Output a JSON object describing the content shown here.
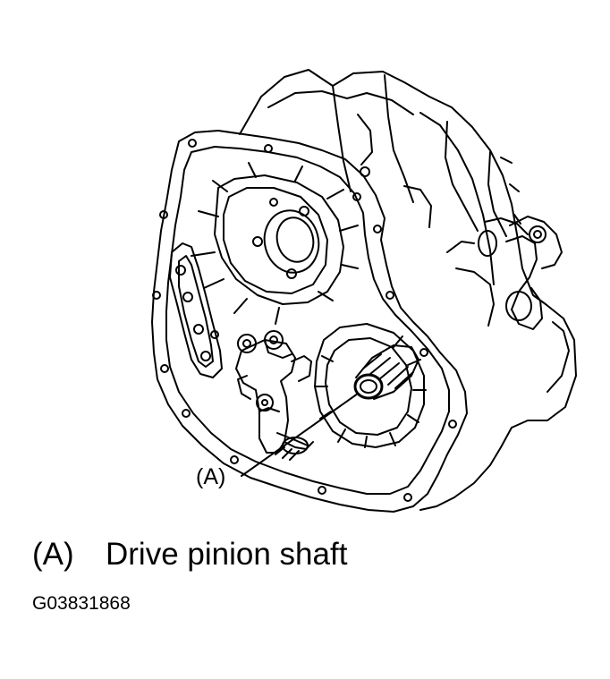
{
  "diagram": {
    "callout_label": "(A)"
  },
  "legend": {
    "letter": "(A)",
    "text": "Drive pinion shaft"
  },
  "figure_code": "G03831868"
}
